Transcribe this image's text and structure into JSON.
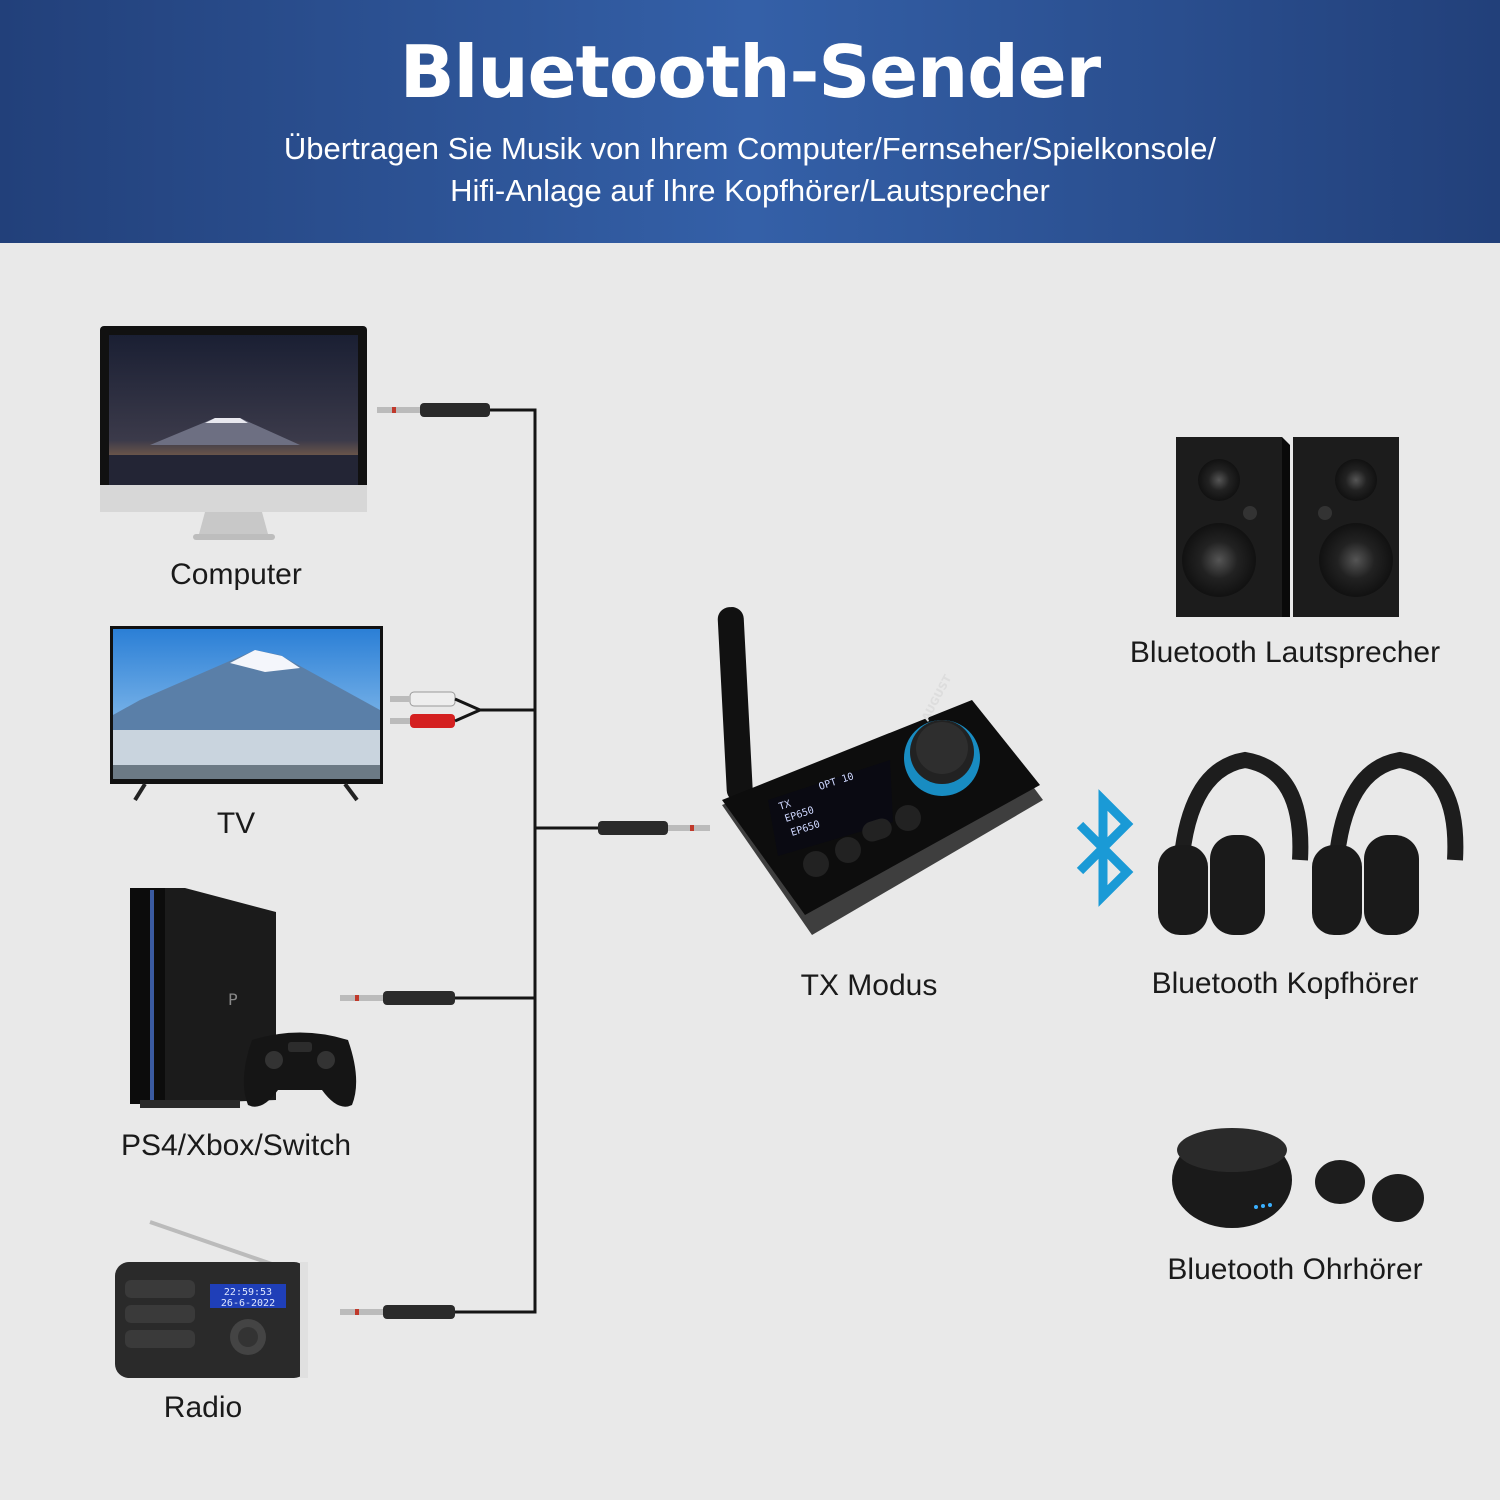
{
  "header": {
    "title": "Bluetooth-Sender",
    "subtitle_line1": "Übertragen Sie Musik von Ihrem Computer/Fernseher/Spielkonsole/",
    "subtitle_line2": "Hifi-Anlage auf Ihre Kopfhörer/Lautsprecher"
  },
  "sources": {
    "computer": "Computer",
    "tv": "TV",
    "console": "PS4/Xbox/Switch",
    "radio": "Radio"
  },
  "transmitter": {
    "label": "TX Modus",
    "brand": "AUGUST",
    "screen_line1": "TX",
    "screen_line2": "OPT 10",
    "screen_line3": "EP650",
    "screen_line4": "EP650"
  },
  "radio_display": {
    "time": "22:59:53",
    "date": "26-6-2022"
  },
  "outputs": {
    "speakers": "Bluetooth Lautsprecher",
    "headphones": "Bluetooth Kopfhörer",
    "earbuds": "Bluetooth Ohrhörer"
  },
  "colors": {
    "header_blue": "#2b4f92",
    "bluetooth_blue": "#1a9ad6",
    "background": "#e9e9e9"
  }
}
